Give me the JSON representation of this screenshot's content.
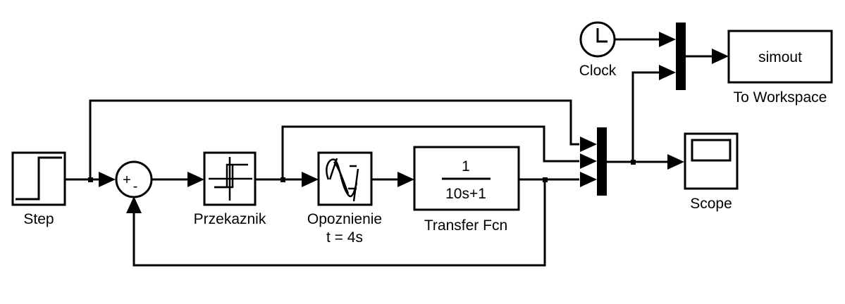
{
  "diagram": {
    "type": "simulink-block-diagram",
    "blocks": {
      "step": {
        "label": "Step"
      },
      "sum": {
        "signs": [
          "+",
          "-"
        ]
      },
      "relay": {
        "label": "Przekaznik"
      },
      "delay": {
        "label_line1": "Opoznienie",
        "label_line2": "t = 4s"
      },
      "transfer_fcn": {
        "numerator": "1",
        "denominator": "10s+1",
        "label": "Transfer Fcn"
      },
      "clock": {
        "label": "Clock"
      },
      "to_workspace": {
        "variable": "simout",
        "label": "To Workspace"
      },
      "scope": {
        "label": "Scope"
      }
    },
    "colors": {
      "line": "#000000",
      "background": "#ffffff"
    }
  }
}
